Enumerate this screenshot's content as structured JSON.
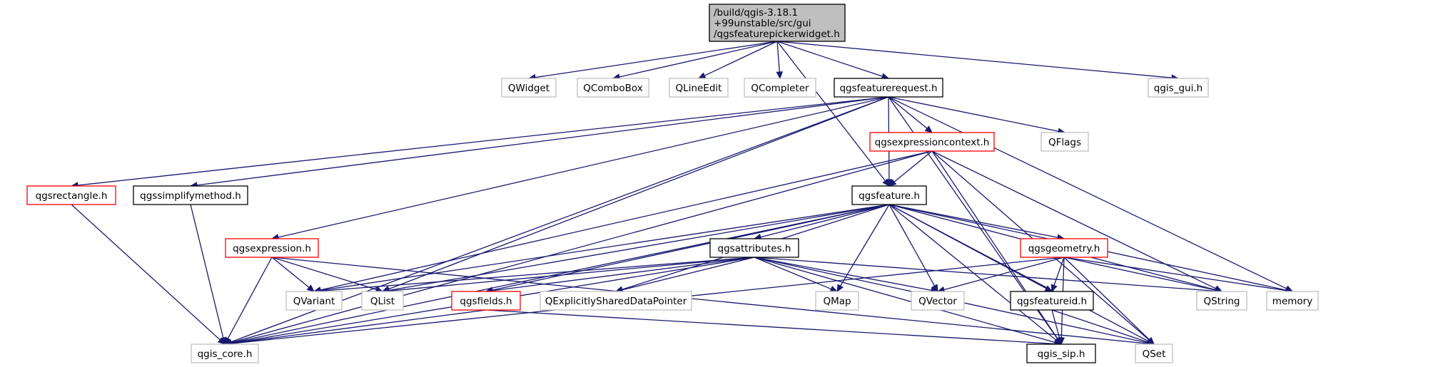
{
  "colors": {
    "edge": "#191970",
    "root_fill": "#bfbfbf",
    "documented_border": "#000000",
    "undocumented_border": "#bfbfbf",
    "incomplete_border": "#ff0000"
  },
  "nodes": {
    "root": {
      "lines": [
        "/build/qgis-3.18.1",
        "+99unstable/src/gui",
        "/qgsfeaturepickerwidget.h"
      ],
      "style": "root"
    },
    "qwidget": {
      "label": "QWidget",
      "style": "undocumented"
    },
    "qcombobox": {
      "label": "QComboBox",
      "style": "undocumented"
    },
    "qlineedit": {
      "label": "QLineEdit",
      "style": "undocumented"
    },
    "qcompleter": {
      "label": "QCompleter",
      "style": "undocumented"
    },
    "qgsfeaturerequest": {
      "label": "qgsfeaturerequest.h",
      "style": "documented"
    },
    "qgis_gui": {
      "label": "qgis_gui.h",
      "style": "undocumented"
    },
    "qgsexpressioncontext": {
      "label": "qgsexpressioncontext.h",
      "style": "incomplete"
    },
    "qflags": {
      "label": "QFlags",
      "style": "undocumented"
    },
    "qgsrectangle": {
      "label": "qgsrectangle.h",
      "style": "incomplete"
    },
    "qgssimplifymethod": {
      "label": "qgssimplifymethod.h",
      "style": "documented"
    },
    "qgsfeature": {
      "label": "qgsfeature.h",
      "style": "documented"
    },
    "qgsexpression": {
      "label": "qgsexpression.h",
      "style": "incomplete"
    },
    "qgsattributes": {
      "label": "qgsattributes.h",
      "style": "documented"
    },
    "qgsgeometry": {
      "label": "qgsgeometry.h",
      "style": "incomplete"
    },
    "qvariant": {
      "label": "QVariant",
      "style": "undocumented"
    },
    "qlist": {
      "label": "QList",
      "style": "undocumented"
    },
    "qgsfields": {
      "label": "qgsfields.h",
      "style": "incomplete"
    },
    "qexplicitly": {
      "label": "QExplicitlySharedDataPointer",
      "style": "undocumented"
    },
    "qmap": {
      "label": "QMap",
      "style": "undocumented"
    },
    "qvector": {
      "label": "QVector",
      "style": "undocumented"
    },
    "qgsfeatureid": {
      "label": "qgsfeatureid.h",
      "style": "documented"
    },
    "qstring": {
      "label": "QString",
      "style": "undocumented"
    },
    "memory": {
      "label": "memory",
      "style": "undocumented"
    },
    "qgis_core": {
      "label": "qgis_core.h",
      "style": "undocumented"
    },
    "qgis_sip": {
      "label": "qgis_sip.h",
      "style": "documented"
    },
    "qset": {
      "label": "QSet",
      "style": "undocumented"
    }
  },
  "edges": [
    [
      "root",
      "qwidget"
    ],
    [
      "root",
      "qcombobox"
    ],
    [
      "root",
      "qlineedit"
    ],
    [
      "root",
      "qcompleter"
    ],
    [
      "root",
      "qgsfeaturerequest"
    ],
    [
      "root",
      "qgis_gui"
    ],
    [
      "root",
      "qgsfeature"
    ],
    [
      "qgsfeaturerequest",
      "qgsexpressioncontext"
    ],
    [
      "qgsfeaturerequest",
      "qflags"
    ],
    [
      "qgsfeaturerequest",
      "qgsrectangle"
    ],
    [
      "qgsfeaturerequest",
      "qgssimplifymethod"
    ],
    [
      "qgsfeaturerequest",
      "qgsexpression"
    ],
    [
      "qgsfeaturerequest",
      "qgsfeature"
    ],
    [
      "qgsfeaturerequest",
      "qlist"
    ],
    [
      "qgsfeaturerequest",
      "memory"
    ],
    [
      "qgsfeaturerequest",
      "qgis_core"
    ],
    [
      "qgsfeaturerequest",
      "qgis_sip"
    ],
    [
      "qgsexpressioncontext",
      "qgsfeature"
    ],
    [
      "qgsexpressioncontext",
      "qvariant"
    ],
    [
      "qgsexpressioncontext",
      "qgis_core"
    ],
    [
      "qgsexpressioncontext",
      "qstring"
    ],
    [
      "qgsexpressioncontext",
      "qset"
    ],
    [
      "qgsexpressioncontext",
      "qgis_sip"
    ],
    [
      "qgsrectangle",
      "qgis_core"
    ],
    [
      "qgssimplifymethod",
      "qgis_core"
    ],
    [
      "qgsfeature",
      "qgsattributes"
    ],
    [
      "qgsfeature",
      "qgsgeometry"
    ],
    [
      "qgsfeature",
      "qvariant"
    ],
    [
      "qgsfeature",
      "qlist"
    ],
    [
      "qgsfeature",
      "qgsfields"
    ],
    [
      "qgsfeature",
      "qexplicitly"
    ],
    [
      "qgsfeature",
      "qmap"
    ],
    [
      "qgsfeature",
      "qvector"
    ],
    [
      "qgsfeature",
      "qgsfeatureid"
    ],
    [
      "qgsfeature",
      "qstring"
    ],
    [
      "qgsfeature",
      "memory"
    ],
    [
      "qgsfeature",
      "qgis_core"
    ],
    [
      "qgsfeature",
      "qgis_sip"
    ],
    [
      "qgsfeature",
      "qset"
    ],
    [
      "qgsexpression",
      "qvariant"
    ],
    [
      "qgsexpression",
      "qlist"
    ],
    [
      "qgsexpression",
      "qgis_core"
    ],
    [
      "qgsexpression",
      "qset"
    ],
    [
      "qgsattributes",
      "qvariant"
    ],
    [
      "qgsattributes",
      "qlist"
    ],
    [
      "qgsattributes",
      "qgsfields"
    ],
    [
      "qgsattributes",
      "qexplicitly"
    ],
    [
      "qgsattributes",
      "qmap"
    ],
    [
      "qgsattributes",
      "qvector"
    ],
    [
      "qgsattributes",
      "qstring"
    ],
    [
      "qgsattributes",
      "qgis_core"
    ],
    [
      "qgsattributes",
      "qgis_sip"
    ],
    [
      "qgsattributes",
      "qset"
    ],
    [
      "qgsgeometry",
      "qvector"
    ],
    [
      "qgsgeometry",
      "qgsfeatureid"
    ],
    [
      "qgsgeometry",
      "qstring"
    ],
    [
      "qgsgeometry",
      "memory"
    ],
    [
      "qgsgeometry",
      "qgis_core"
    ],
    [
      "qgsgeometry",
      "qgis_sip"
    ],
    [
      "qgsgeometry",
      "qset"
    ],
    [
      "qgsfields",
      "qgis_core"
    ],
    [
      "qgsfields",
      "qgis_sip"
    ],
    [
      "qgsfeatureid",
      "qgis_sip"
    ],
    [
      "qgsfeatureid",
      "qset"
    ]
  ]
}
